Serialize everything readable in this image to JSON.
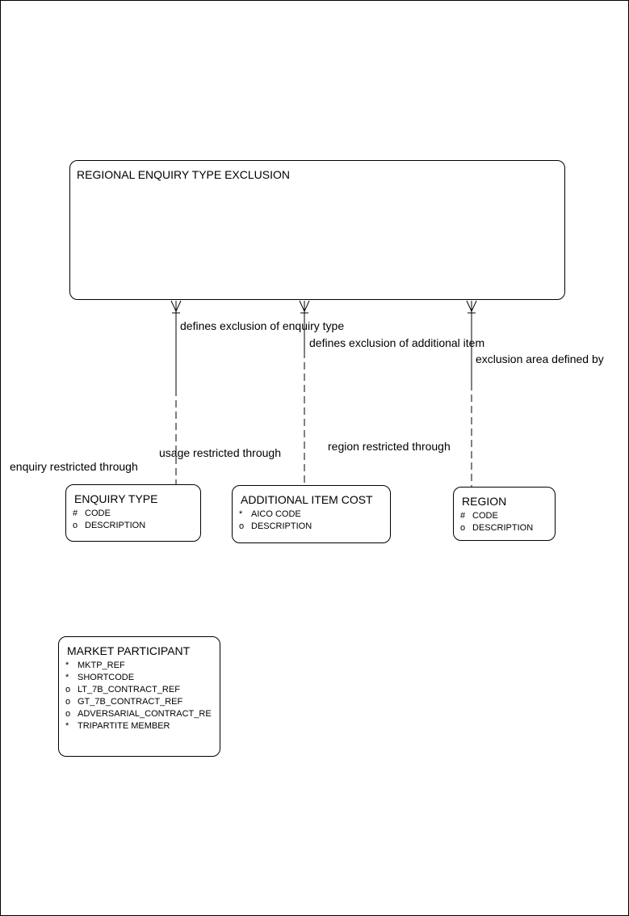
{
  "page": {
    "background_color": "#ffffff",
    "line_color": "#000000",
    "text_color": "#000000"
  },
  "diagram": {
    "type": "entity-relationship",
    "entities": {
      "regional_enquiry_type_exclusion": {
        "name": "REGIONAL ENQUIRY TYPE EXCLUSION",
        "attributes": []
      },
      "enquiry_type": {
        "name": "ENQUIRY TYPE",
        "attributes": [
          {
            "prefix": "#",
            "name": "CODE"
          },
          {
            "prefix": "o",
            "name": "DESCRIPTION"
          }
        ]
      },
      "additional_item_cost": {
        "name": "ADDITIONAL ITEM COST",
        "attributes": [
          {
            "prefix": "*",
            "name": "AICO CODE"
          },
          {
            "prefix": "o",
            "name": "DESCRIPTION"
          }
        ]
      },
      "region": {
        "name": "REGION",
        "attributes": [
          {
            "prefix": "#",
            "name": "CODE"
          },
          {
            "prefix": "o",
            "name": "DESCRIPTION"
          }
        ]
      },
      "market_participant": {
        "name": "MARKET PARTICIPANT",
        "attributes": [
          {
            "prefix": "*",
            "name": "MKTP_REF"
          },
          {
            "prefix": "*",
            "name": "SHORTCODE"
          },
          {
            "prefix": "o",
            "name": "LT_7B_CONTRACT_REF"
          },
          {
            "prefix": "o",
            "name": "GT_7B_CONTRACT_REF"
          },
          {
            "prefix": "o",
            "name": "ADVERSARIAL_CONTRACT_RE"
          },
          {
            "prefix": "*",
            "name": "TRIPARTITE MEMBER"
          }
        ]
      }
    },
    "relationships": [
      {
        "from": "REGIONAL ENQUIRY TYPE EXCLUSION",
        "to": "ENQUIRY TYPE",
        "near_label": "defines exclusion of enquiry type",
        "far_label": "enquiry restricted through"
      },
      {
        "from": "REGIONAL ENQUIRY TYPE EXCLUSION",
        "to": "ADDITIONAL ITEM COST",
        "near_label": "defines exclusion of additional item",
        "far_label": "usage restricted through"
      },
      {
        "from": "REGIONAL ENQUIRY TYPE EXCLUSION",
        "to": "REGION",
        "near_label": "exclusion area defined by",
        "far_label": "region restricted through"
      }
    ]
  }
}
